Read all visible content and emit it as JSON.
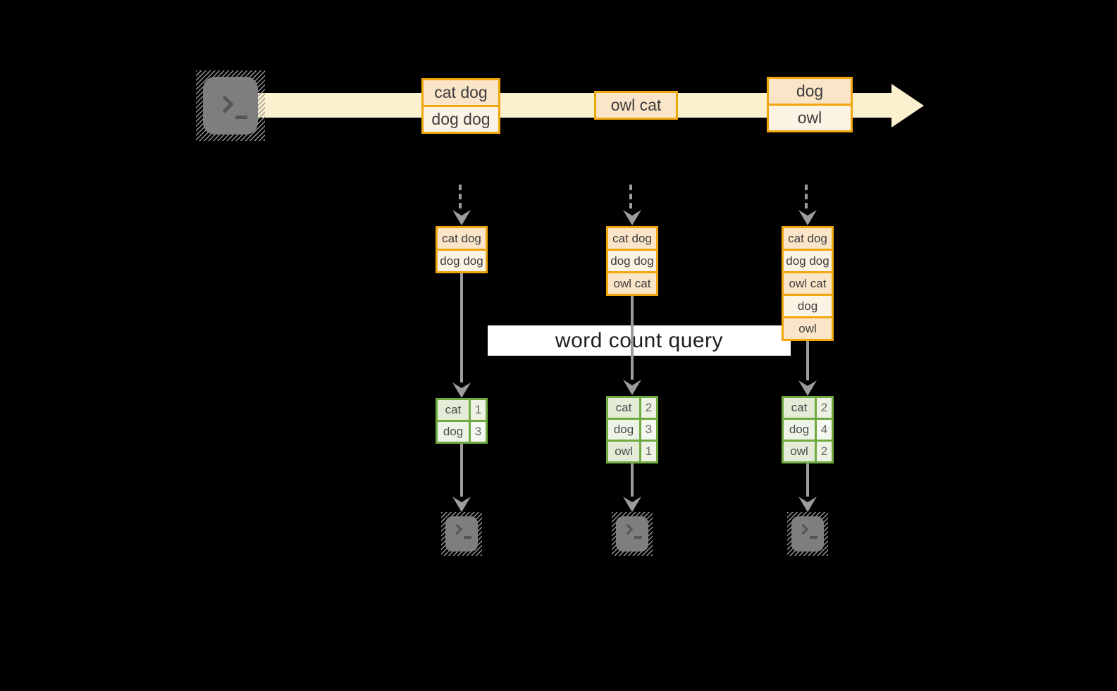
{
  "colors": {
    "background": "#000000",
    "stream_band": "#fcf1ce",
    "event_border": "#f0a60d",
    "event_fill_dark": "#fbe5c8",
    "event_fill_light": "#fdf3e4",
    "table_border": "#6faa41",
    "table_fill_dark": "#e4ecd7",
    "table_fill_light": "#eef3e8",
    "arrow_gray": "#9c9c9c",
    "terminal_gray": "#7e7e7e",
    "label_bg": "#ffffff",
    "label_text": "#1d1d1d"
  },
  "diagram": {
    "query_label": "word count query",
    "terminal_glyph": ">_",
    "stream_events": [
      {
        "lines": [
          "cat dog",
          "dog dog"
        ]
      },
      {
        "lines": [
          "owl cat"
        ]
      },
      {
        "lines": [
          "dog",
          "owl"
        ]
      }
    ],
    "snapshots": [
      {
        "buffer": [
          "cat dog",
          "dog dog"
        ],
        "counts": [
          {
            "word": "cat",
            "count": 1
          },
          {
            "word": "dog",
            "count": 3
          }
        ]
      },
      {
        "buffer": [
          "cat dog",
          "dog dog",
          "owl cat"
        ],
        "counts": [
          {
            "word": "cat",
            "count": 2
          },
          {
            "word": "dog",
            "count": 3
          },
          {
            "word": "owl",
            "count": 1
          }
        ]
      },
      {
        "buffer": [
          "cat dog",
          "dog dog",
          "owl cat",
          "dog",
          "owl"
        ],
        "counts": [
          {
            "word": "cat",
            "count": 2
          },
          {
            "word": "dog",
            "count": 4
          },
          {
            "word": "owl",
            "count": 2
          }
        ]
      }
    ]
  }
}
